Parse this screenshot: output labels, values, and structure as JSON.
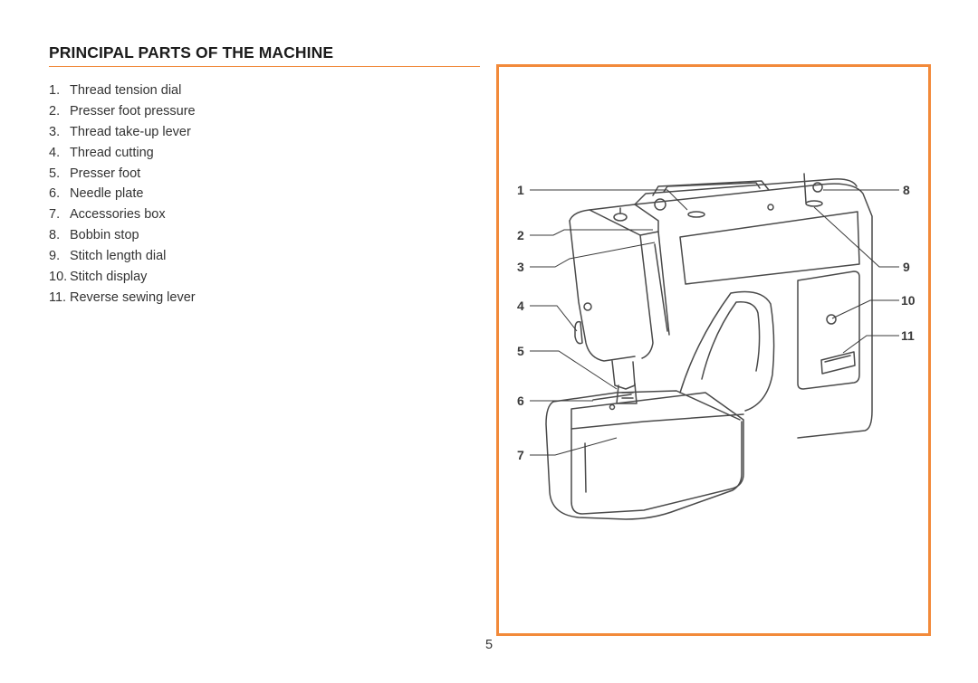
{
  "heading": "PRINCIPAL PARTS OF THE MACHINE",
  "parts": [
    {
      "num": "1.",
      "label": "Thread tension dial"
    },
    {
      "num": "2.",
      "label": "Presser foot pressure"
    },
    {
      "num": "3.",
      "label": "Thread take-up lever"
    },
    {
      "num": "4.",
      "label": "Thread cutting"
    },
    {
      "num": "5.",
      "label": "Presser foot"
    },
    {
      "num": "6.",
      "label": "Needle plate"
    },
    {
      "num": "7.",
      "label": "Accessories box"
    },
    {
      "num": "8.",
      "label": "Bobbin stop"
    },
    {
      "num": "9.",
      "label": "Stitch length dial"
    },
    {
      "num": "10.",
      "label": "Stitch display"
    },
    {
      "num": "11.",
      "label": "Reverse sewing lever"
    }
  ],
  "figure": {
    "callouts": [
      "1",
      "2",
      "3",
      "4",
      "5",
      "6",
      "7",
      "8",
      "9",
      "10",
      "11"
    ]
  },
  "page_number": "5",
  "colors": {
    "accent_orange": "#f28a3a",
    "text": "#2a2a2a"
  }
}
